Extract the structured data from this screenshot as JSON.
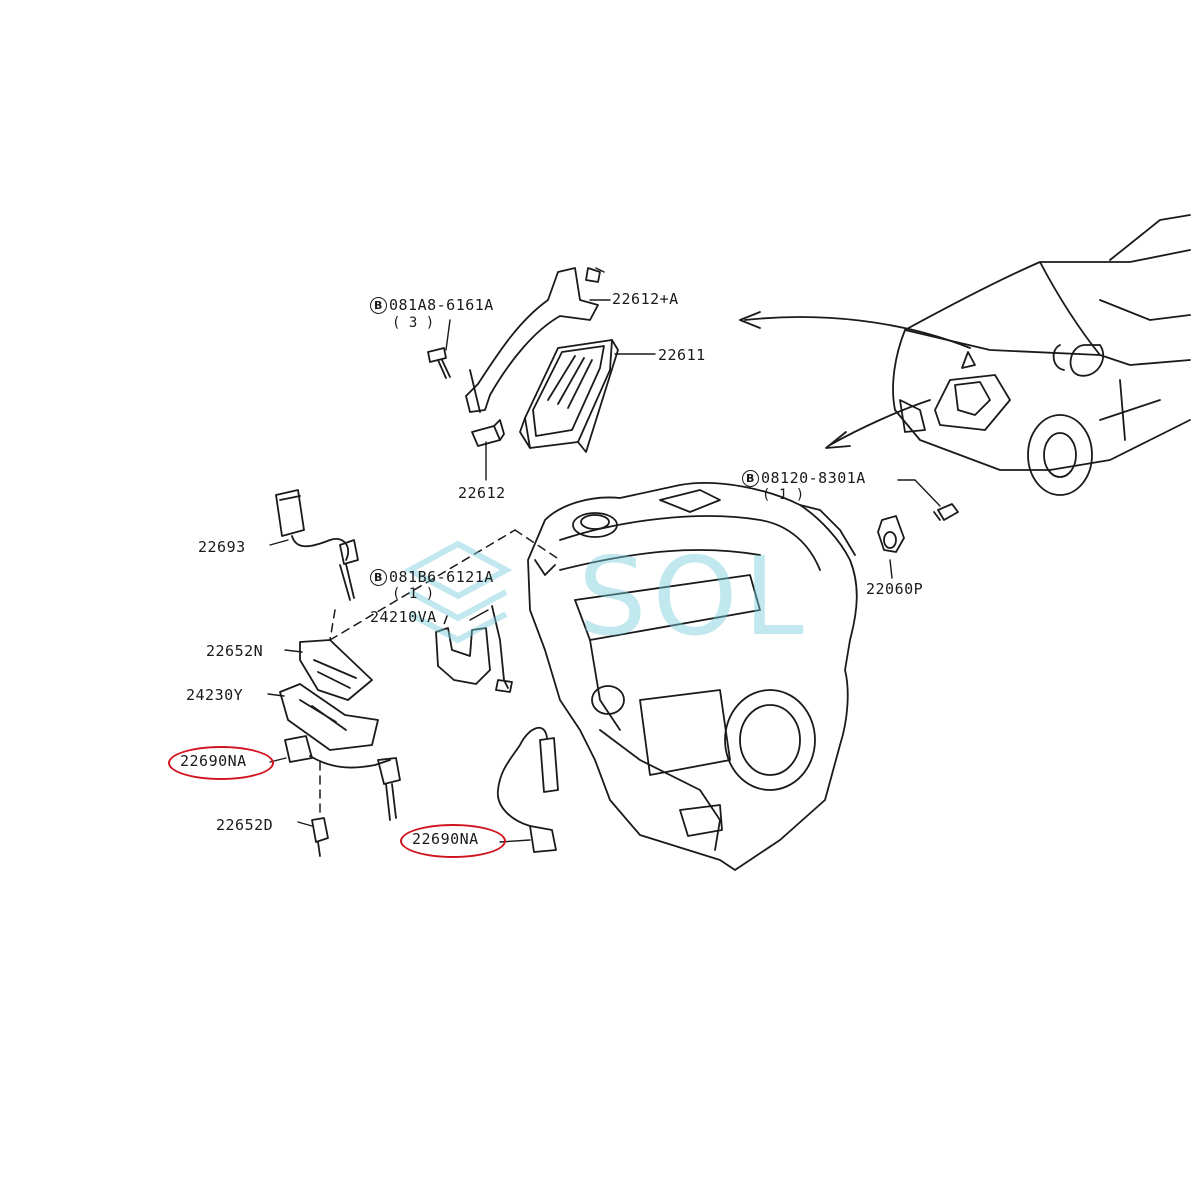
{
  "watermark": {
    "text": "SOL"
  },
  "callouts": {
    "c081A8": {
      "badge": "B",
      "code": "081A8-6161A",
      "qty": "( 3 )"
    },
    "c22612A": {
      "code": "22612+A"
    },
    "c22611": {
      "code": "22611"
    },
    "c22612": {
      "code": "22612"
    },
    "c08120": {
      "badge": "B",
      "code": "08120-8301A",
      "qty": "( 1 )"
    },
    "c22693": {
      "code": "22693"
    },
    "c081B6": {
      "badge": "B",
      "code": "081B6-6121A",
      "qty": "( 1 )"
    },
    "c24210": {
      "code": "24210VA"
    },
    "c22060": {
      "code": "22060P"
    },
    "c22652N": {
      "code": "22652N"
    },
    "c24230": {
      "code": "24230Y"
    },
    "c22690a": {
      "code": "22690NA"
    },
    "c22652D": {
      "code": "22652D"
    },
    "c22690b": {
      "code": "22690NA"
    }
  },
  "highlight_color": "#d0141e"
}
